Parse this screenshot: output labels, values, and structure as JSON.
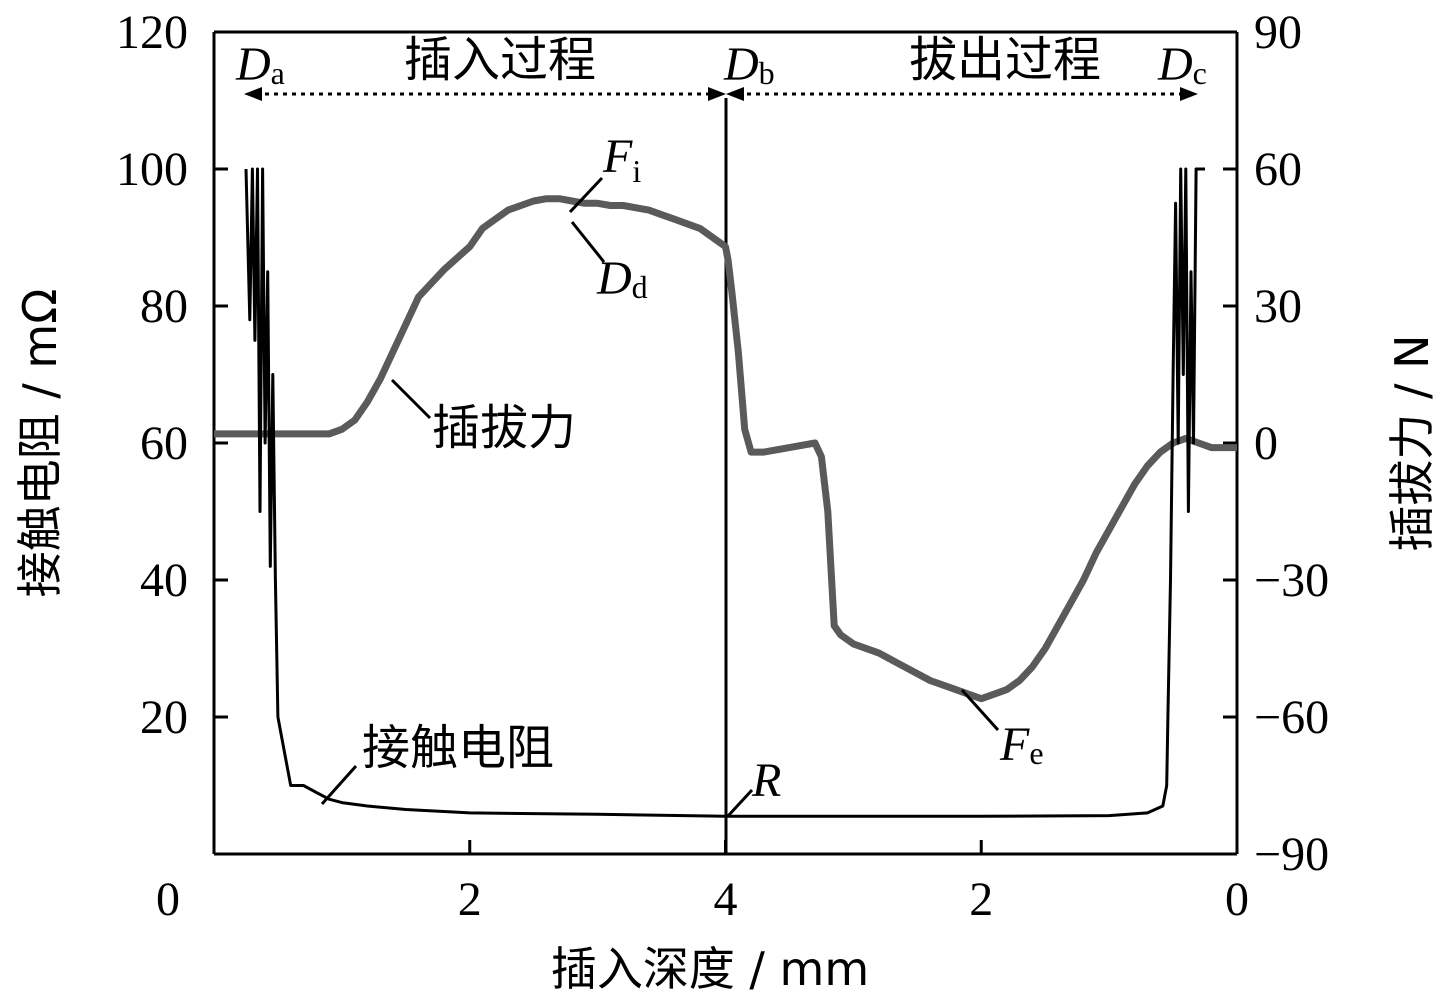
{
  "chart_data": {
    "type": "line",
    "xlabel": "插入深度 / mm",
    "ylabel_left": "接触电阻 / mΩ",
    "ylabel_right": "插拔力 / N",
    "x_ticks": [
      "0",
      "2",
      "4",
      "2",
      "0"
    ],
    "x_tick_values": [
      0,
      2,
      4,
      6,
      8
    ],
    "x_range": [
      0,
      8
    ],
    "y_left_ticks": [
      "20",
      "40",
      "60",
      "80",
      "100",
      "120"
    ],
    "y_left_tick_values": [
      20,
      40,
      60,
      80,
      100,
      120
    ],
    "ylim_left": [
      0,
      120
    ],
    "y_right_ticks": [
      "90",
      "60",
      "30",
      "0",
      "−30",
      "−60",
      "−90"
    ],
    "y_right_tick_values": [
      90,
      60,
      30,
      0,
      -30,
      -60,
      -90
    ],
    "ylim_right": [
      -90,
      90
    ],
    "phases": [
      {
        "label": "插入过程",
        "from": "D",
        "from_sub": "a",
        "to": "D",
        "to_sub": "b"
      },
      {
        "label": "拔出过程",
        "from": "D",
        "from_sub": "b",
        "to": "D",
        "to_sub": "c"
      }
    ],
    "annotations": {
      "force_curve": "插拔力",
      "resistance_curve": "接触电阻",
      "point_fi": {
        "main": "F",
        "sub": "i"
      },
      "point_dd": {
        "main": "D",
        "sub": "d"
      },
      "point_fe": {
        "main": "F",
        "sub": "e"
      },
      "point_r": "R"
    },
    "series": [
      {
        "name": "接触电阻",
        "axis": "left",
        "color": "#000000",
        "x": [
          0.25,
          0.28,
          0.3,
          0.32,
          0.34,
          0.36,
          0.38,
          0.4,
          0.42,
          0.44,
          0.46,
          0.48,
          0.5,
          0.55,
          0.6,
          0.7,
          0.8,
          0.9,
          1.0,
          1.2,
          1.5,
          2.0,
          3.0,
          4.0,
          4.0,
          5.0,
          6.0,
          7.0,
          7.3,
          7.42,
          7.45,
          7.46,
          7.48,
          7.5,
          7.52,
          7.54,
          7.56,
          7.58,
          7.6,
          7.62,
          7.64,
          7.66,
          7.68,
          7.75
        ],
        "y": [
          100,
          78,
          100,
          75,
          100,
          50,
          100,
          60,
          85,
          42,
          70,
          40,
          20,
          15,
          10,
          10,
          9,
          8,
          7.5,
          7,
          6.5,
          6,
          5.8,
          5.5,
          5.5,
          5.5,
          5.5,
          5.6,
          6,
          7,
          10,
          20,
          40,
          70,
          95,
          60,
          100,
          70,
          100,
          50,
          85,
          60,
          100,
          100
        ]
      },
      {
        "name": "插拔力",
        "axis": "right",
        "color": "#5a5a5a",
        "x": [
          0,
          0.3,
          0.6,
          0.9,
          1.0,
          1.1,
          1.2,
          1.3,
          1.4,
          1.5,
          1.6,
          1.8,
          2.0,
          2.1,
          2.2,
          2.3,
          2.4,
          2.5,
          2.6,
          2.7,
          2.8,
          2.9,
          3.0,
          3.1,
          3.2,
          3.3,
          3.4,
          3.5,
          3.6,
          3.7,
          3.8,
          3.9,
          4.0,
          4.02,
          4.05,
          4.1,
          4.15,
          4.2,
          4.3,
          4.5,
          4.7,
          4.75,
          4.8,
          4.85,
          4.9,
          5.0,
          5.2,
          5.4,
          5.6,
          5.8,
          5.9,
          6.0,
          6.1,
          6.2,
          6.3,
          6.4,
          6.5,
          6.6,
          6.7,
          6.8,
          6.9,
          7.0,
          7.1,
          7.2,
          7.3,
          7.4,
          7.5,
          7.6,
          7.7,
          7.8,
          7.9,
          8.0
        ],
        "y": [
          2,
          2,
          2,
          2,
          3,
          5,
          9,
          14,
          20,
          26,
          32,
          38,
          43,
          47,
          49,
          51,
          52,
          53,
          53.5,
          53.5,
          53,
          52.5,
          52.5,
          52,
          52,
          51.5,
          51,
          50,
          49,
          48,
          47,
          45,
          43,
          40,
          33,
          20,
          3,
          -2,
          -2,
          -1,
          0,
          -3,
          -15,
          -40,
          -42,
          -44,
          -46,
          -49,
          -52,
          -54,
          -55,
          -56,
          -55,
          -54,
          -52,
          -49,
          -45,
          -40,
          -35,
          -30,
          -24,
          -19,
          -14,
          -9,
          -5,
          -2,
          0,
          1,
          0,
          -1,
          -1,
          -1
        ]
      }
    ]
  }
}
